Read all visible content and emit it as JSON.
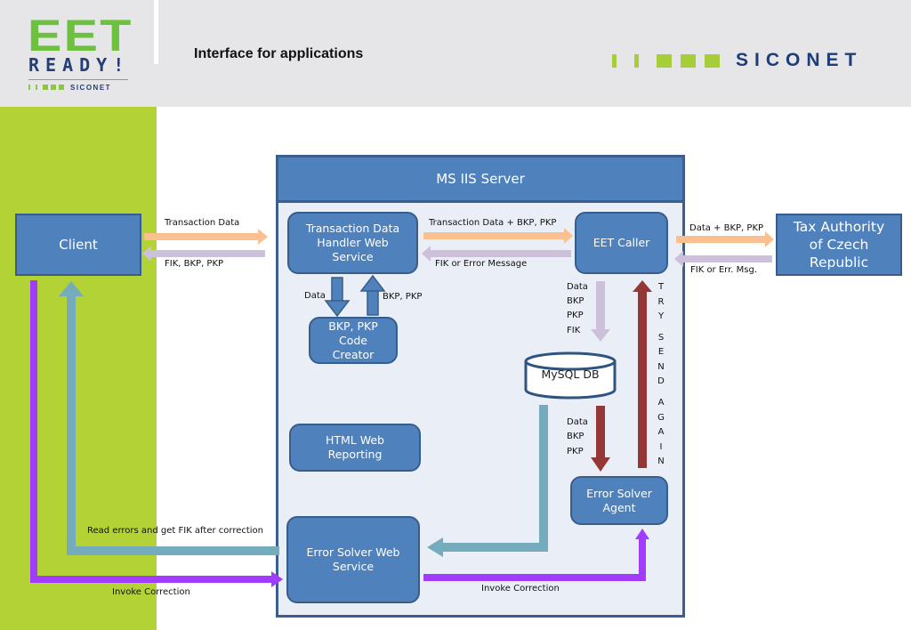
{
  "header": {
    "logo": {
      "top": "EET",
      "middle": "READY!",
      "bottom": "SICONET"
    },
    "title": "Interface for applications",
    "brand": "SICONET"
  },
  "colors": {
    "box_fill": "#4f81bd",
    "box_border": "#385d8a",
    "green_panel": "#b2d235",
    "server_bg": "#eaeff7",
    "arrow_orange": "#fac090",
    "arrow_lilac": "#ccc0da",
    "arrow_teal": "#74acbd",
    "arrow_purple": "#a13cff",
    "arrow_darkred": "#953735"
  },
  "diagram": {
    "nodes": {
      "client": "Client",
      "server": "MS IIS Server",
      "tdh": "Transaction Data Handler Web Service",
      "eet_caller": "EET Caller",
      "tax_authority": "Tax Authority of Czech Republic",
      "code_creator": "BKP, PKP Code Creator",
      "mysql": "MySQL DB",
      "html_reporting": "HTML Web Reporting",
      "error_agent": "Error Solver Agent",
      "error_ws": "Error Solver Web Service"
    },
    "labels": {
      "client_to_tdh": "Transaction Data",
      "tdh_to_client": "FIK, BKP, PKP",
      "tdh_to_eet": "Transaction Data + BKP, PKP",
      "eet_to_tdh": "FIK or Error Message",
      "eet_to_tax": "Data + BKP, PKP",
      "tax_to_eet": "FIK or Err. Msg.",
      "tdh_to_creator": "Data",
      "creator_to_tdh": "BKP, PKP",
      "eet_to_db": [
        "Data",
        "BKP",
        "PKP",
        "FIK"
      ],
      "db_to_agent": [
        "Data",
        "BKP",
        "PKP"
      ],
      "try_send_again": [
        "T",
        "R",
        "Y",
        "",
        "S",
        "E",
        "N",
        "D",
        "",
        "A",
        "G",
        "A",
        "I",
        "N"
      ],
      "read_errors": "Read errors and get FIK after correction",
      "invoke_correction_client": "Invoke Correction",
      "invoke_correction_agent": "Invoke Correction"
    }
  }
}
